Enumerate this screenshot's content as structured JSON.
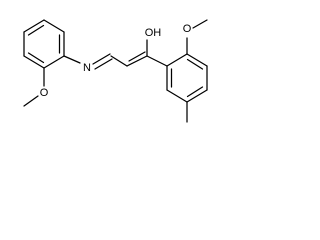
{
  "atoms": {
    "nitrogen": "N",
    "hydroxyl": "OH",
    "methoxy_right_oxygen": "O",
    "methoxy_left_oxygen": "O"
  }
}
